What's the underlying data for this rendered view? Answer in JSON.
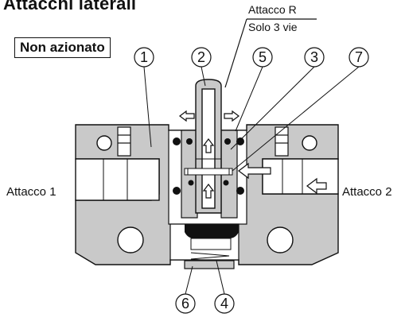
{
  "title": "Attacchi laterali",
  "state": "Non azionato",
  "ports": {
    "port_1": "Attacco 1",
    "port_2": "Attacco 2",
    "port_r": "Attacco R",
    "port_r_note": "Solo 3 vie"
  },
  "callouts": [
    "1",
    "2",
    "5",
    "3",
    "7",
    "6",
    "4"
  ],
  "colors": {
    "body_fill": "#c9c9c9",
    "line": "#111111",
    "seal": "#111111"
  }
}
